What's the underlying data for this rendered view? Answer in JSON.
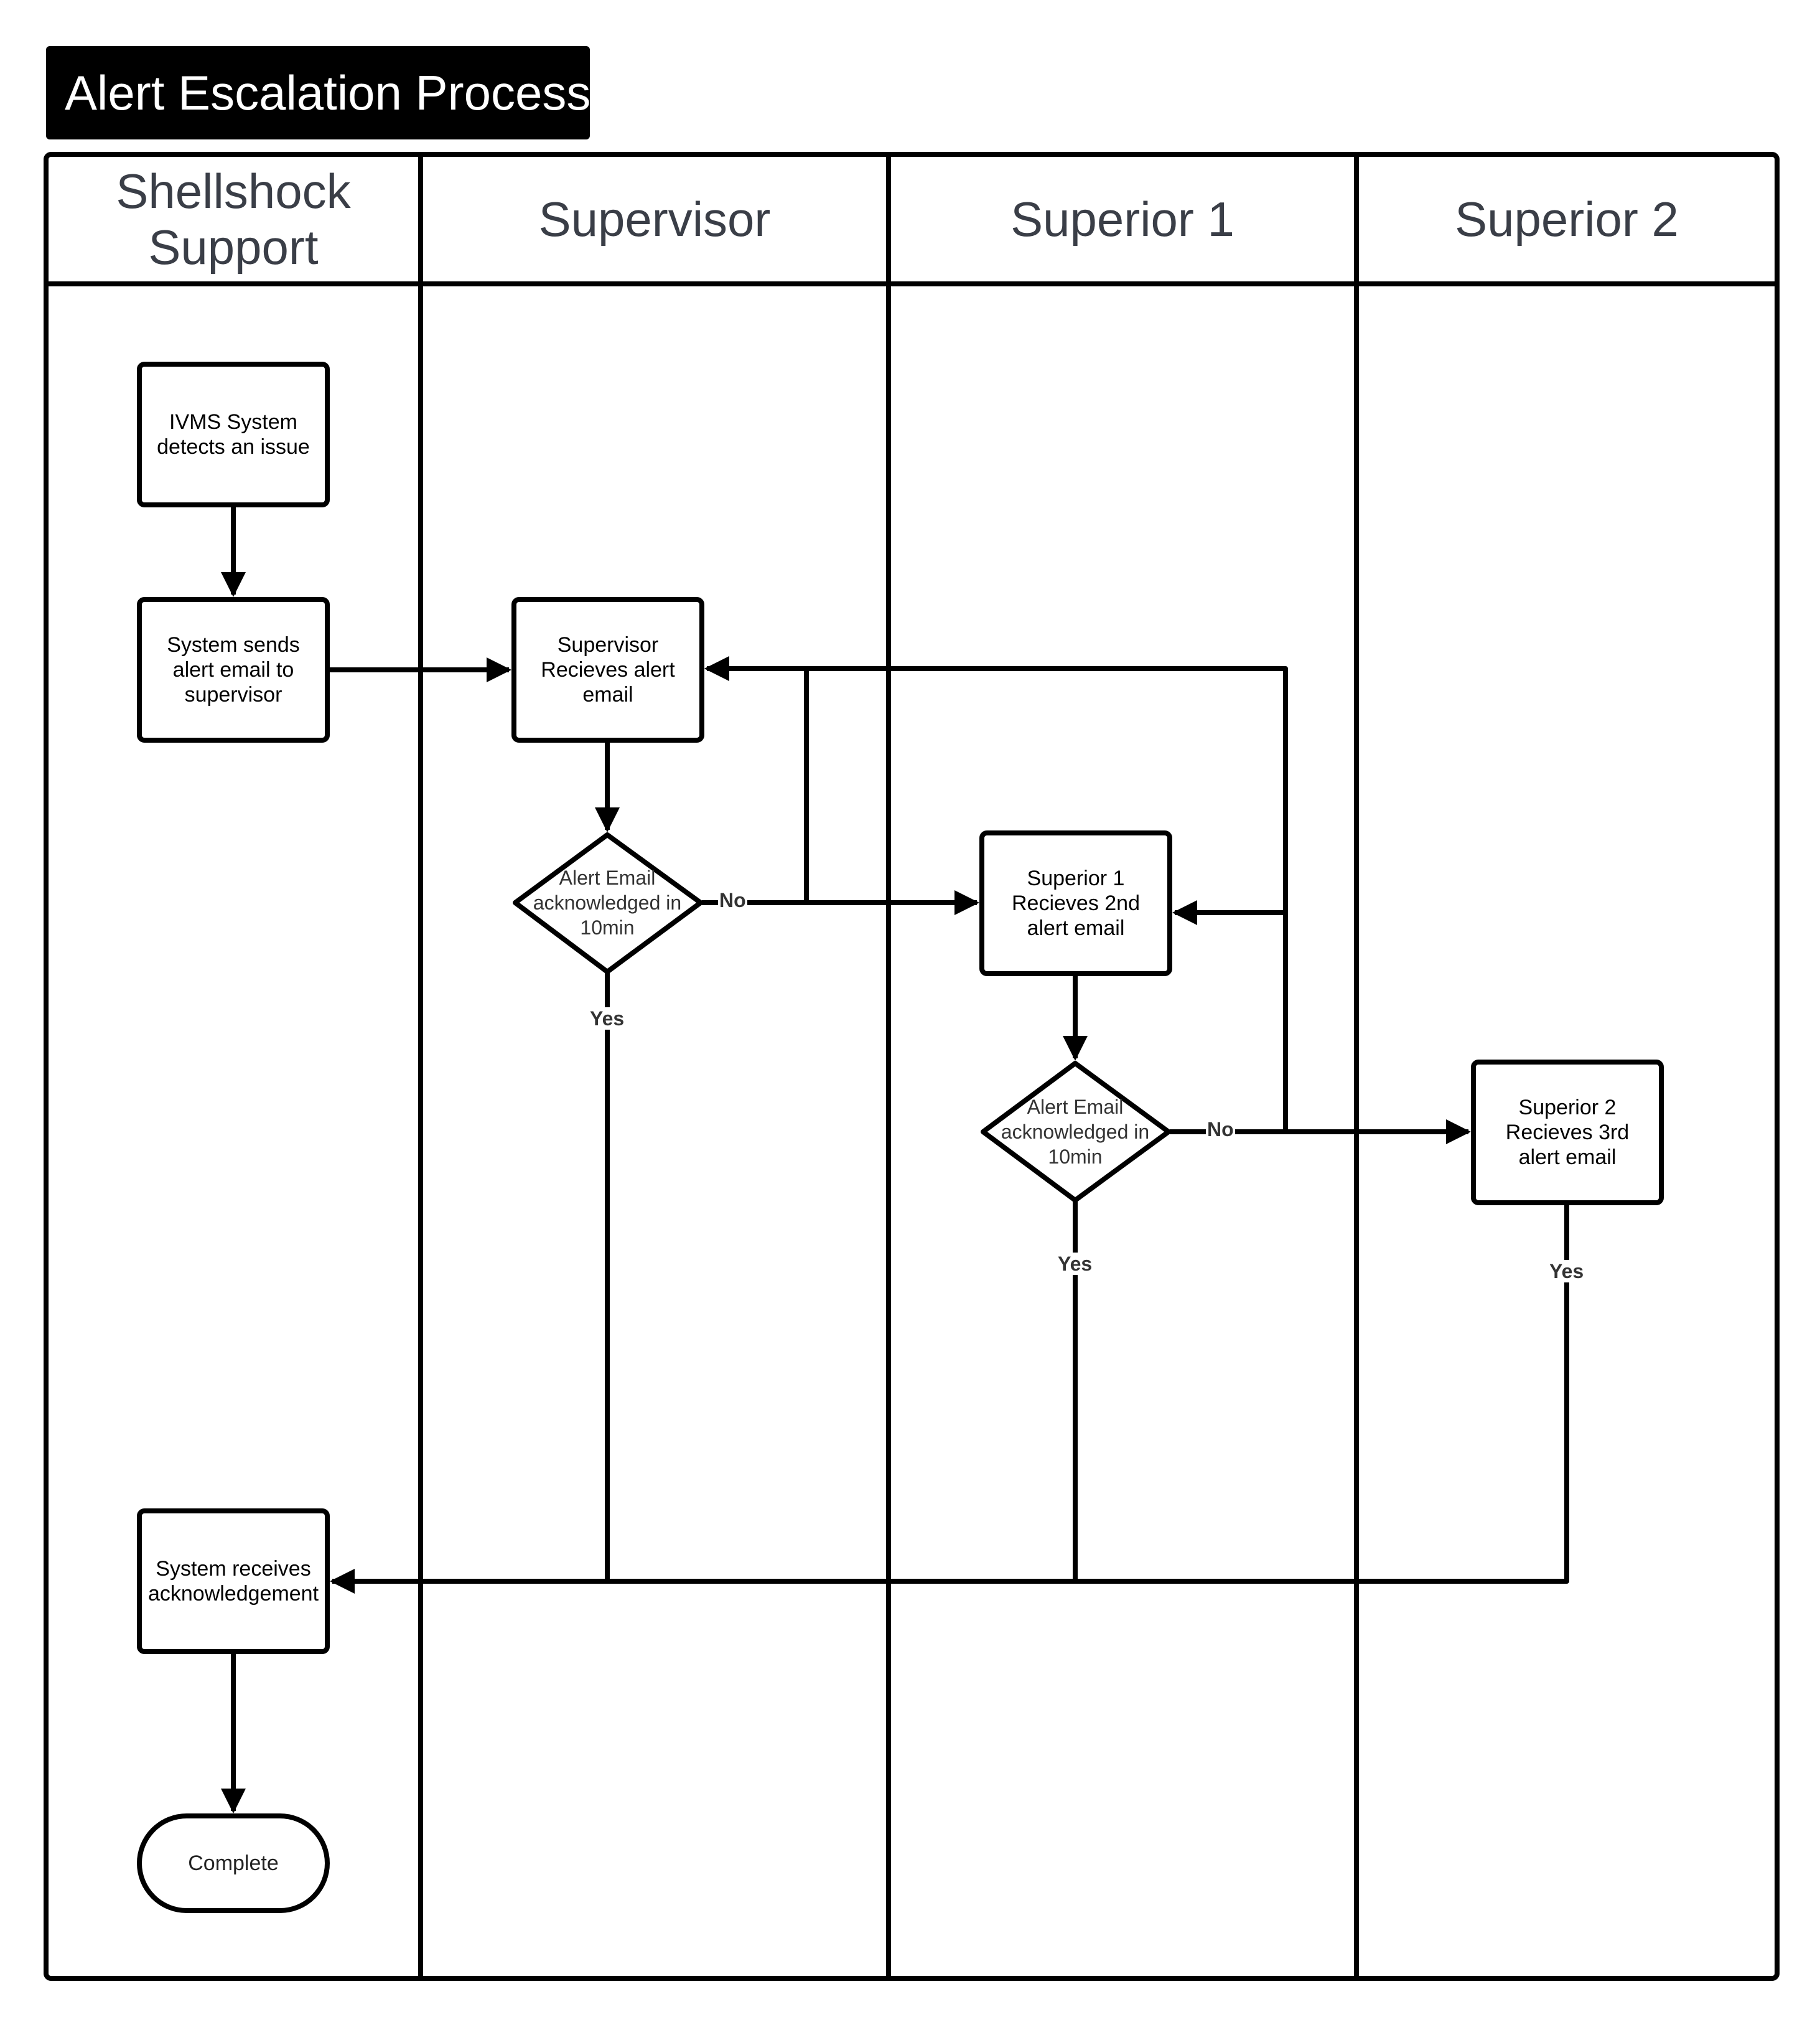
{
  "title": "Alert Escalation Process",
  "colors": {
    "stroke": "#000000",
    "header_text": "#3a3e47",
    "banner_bg": "#000000",
    "banner_text": "#ffffff"
  },
  "lanes": [
    {
      "label": "Shellshock\nSupport"
    },
    {
      "label": "Supervisor"
    },
    {
      "label": "Superior 1"
    },
    {
      "label": "Superior 2"
    }
  ],
  "nodes": {
    "detect": {
      "text": "IVMS System\ndetects an issue",
      "shape": "process"
    },
    "send": {
      "text": "System sends\nalert email to\nsupervisor",
      "shape": "process"
    },
    "supervisor_receive": {
      "text": "Supervisor\nRecieves alert\nemail",
      "shape": "process"
    },
    "decision1": {
      "text": "Alert Email\nacknowledged in\n10min",
      "shape": "decision"
    },
    "superior1_receive": {
      "text": "Superior 1\nRecieves 2nd\nalert email",
      "shape": "process"
    },
    "decision2": {
      "text": "Alert Email\nacknowledged in\n10min",
      "shape": "decision"
    },
    "superior2_receive": {
      "text": "Superior 2\nRecieves 3rd\nalert email",
      "shape": "process"
    },
    "ack": {
      "text": "System receives\nacknowledgement",
      "shape": "process"
    },
    "complete": {
      "text": "Complete",
      "shape": "terminal"
    }
  },
  "edge_labels": {
    "d1_no": "No",
    "d1_yes": "Yes",
    "d2_no": "No",
    "d2_yes": "Yes",
    "s2_yes": "Yes"
  }
}
